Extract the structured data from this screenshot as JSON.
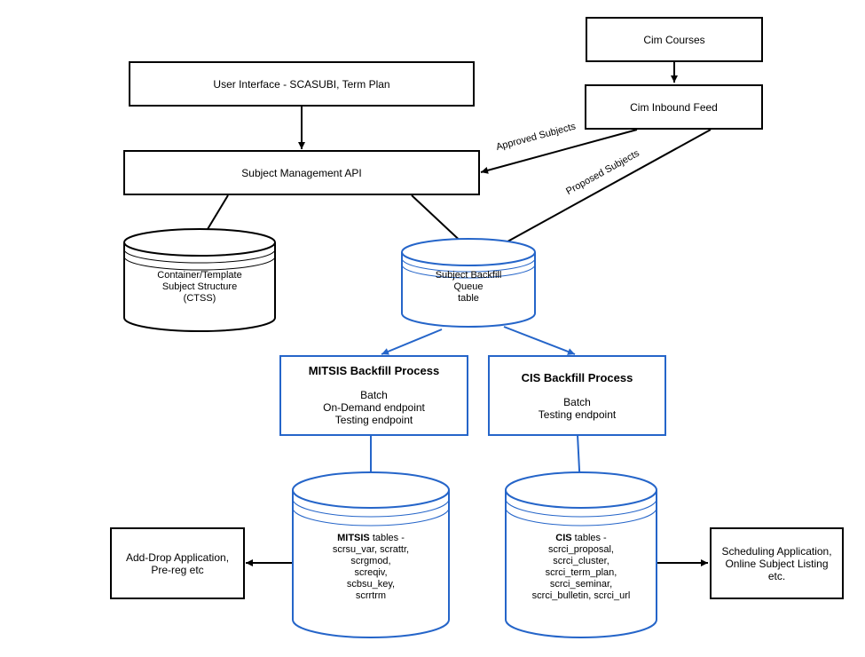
{
  "boxes": {
    "cim_courses": "Cim Courses",
    "user_interface": "User Interface - SCASUBI, Term Plan",
    "cim_inbound_feed": "Cim Inbound Feed",
    "subject_api": "Subject Management API",
    "mitsis_process": {
      "title": "MITSIS Backfill Process",
      "lines": [
        "Batch",
        "On-Demand endpoint",
        "Testing endpoint"
      ]
    },
    "cis_process": {
      "title": "CIS Backfill Process",
      "lines": [
        "Batch",
        "Testing endpoint"
      ]
    },
    "add_drop": [
      "Add-Drop Application,",
      "Pre-reg etc"
    ],
    "scheduling": [
      "Scheduling Application,",
      "Online Subject Listing",
      "etc."
    ]
  },
  "cylinders": {
    "ctss": [
      "Container/Template",
      "Subject Structure",
      "(CTSS)"
    ],
    "backfill_queue": [
      "Subject Backfill",
      "Queue",
      "table"
    ],
    "mitsis_tables": {
      "bold": "MITSIS",
      "first_line_rest": " tables -",
      "lines": [
        "scrsu_var, scrattr,",
        "scrgmod,",
        "screqiv,",
        "scbsu_key,",
        "scrrtrm"
      ]
    },
    "cis_tables": {
      "bold": "CIS",
      "first_line_rest": " tables -",
      "lines": [
        "scrci_proposal,",
        "scrci_cluster,",
        "scrci_term_plan,",
        "scrci_seminar,",
        "scrci_bulletin, scrci_url"
      ]
    }
  },
  "edge_labels": {
    "approved": "Approved Subjects",
    "proposed": "Proposed Subjects"
  },
  "colors": {
    "black": "#000000",
    "blue": "#2565c9"
  }
}
